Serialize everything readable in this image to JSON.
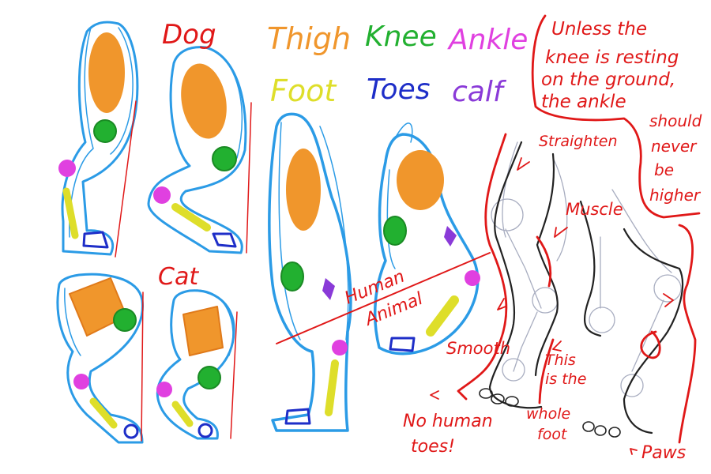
{
  "colors": {
    "outline_blue": "#2b9be6",
    "red": "#e01818",
    "thigh": "#f0962c",
    "knee": "#22b030",
    "ankle": "#e040e0",
    "foot": "#dede2a",
    "toes": "#1e2ec8",
    "calf": "#8a3ad8",
    "grey": "#a8adc0",
    "black": "#222222"
  },
  "labels": {
    "dog": "Dog",
    "cat": "Cat",
    "human": "Human",
    "animal": "Animal"
  },
  "legend": {
    "thigh": "Thigh",
    "knee": "Knee",
    "ankle": "Ankle",
    "foot": "Foot",
    "toes": "Toes",
    "calf": "calf"
  },
  "note": {
    "line1": "Unless the",
    "line2": "knee is resting",
    "line3": "on the ground,",
    "line4": "the ankle",
    "line5": "should",
    "line6": "never",
    "line7": "be",
    "line8": "higher"
  },
  "annotations": {
    "straighten": "Straighten",
    "muscle": "Muscle",
    "smooth": "Smooth",
    "this_is": "This",
    "is_the": "is the",
    "whole": "whole",
    "foot": "foot",
    "no_human": "No human",
    "toes": "toes!",
    "paws": "Paws"
  }
}
